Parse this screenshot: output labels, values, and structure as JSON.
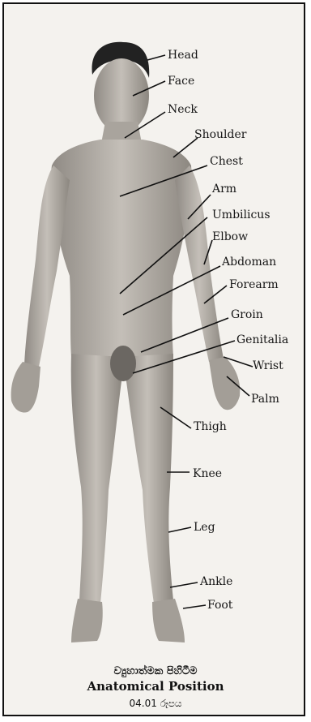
{
  "diagram": {
    "labels": [
      {
        "id": "head",
        "text": "Head"
      },
      {
        "id": "face",
        "text": "Face"
      },
      {
        "id": "neck",
        "text": "Neck"
      },
      {
        "id": "shoulder",
        "text": "Shoulder"
      },
      {
        "id": "chest",
        "text": "Chest"
      },
      {
        "id": "arm",
        "text": "Arm"
      },
      {
        "id": "umbilicus",
        "text": "Umbilicus"
      },
      {
        "id": "elbow",
        "text": "Elbow"
      },
      {
        "id": "abdoman",
        "text": "Abdoman"
      },
      {
        "id": "forearm",
        "text": "Forearm"
      },
      {
        "id": "groin",
        "text": "Groin"
      },
      {
        "id": "genitalia",
        "text": "Genitalia"
      },
      {
        "id": "wrist",
        "text": "Wrist"
      },
      {
        "id": "palm",
        "text": "Palm"
      },
      {
        "id": "thigh",
        "text": "Thigh"
      },
      {
        "id": "knee",
        "text": "Knee"
      },
      {
        "id": "leg",
        "text": "Leg"
      },
      {
        "id": "ankle",
        "text": "Ankle"
      },
      {
        "id": "foot",
        "text": "Foot"
      }
    ]
  },
  "caption": {
    "sinhala_title": "ව්‍යුහාත්මක පිහිටීම",
    "english_title": "Anatomical Position",
    "figure_number": "04.01 රූපය"
  }
}
